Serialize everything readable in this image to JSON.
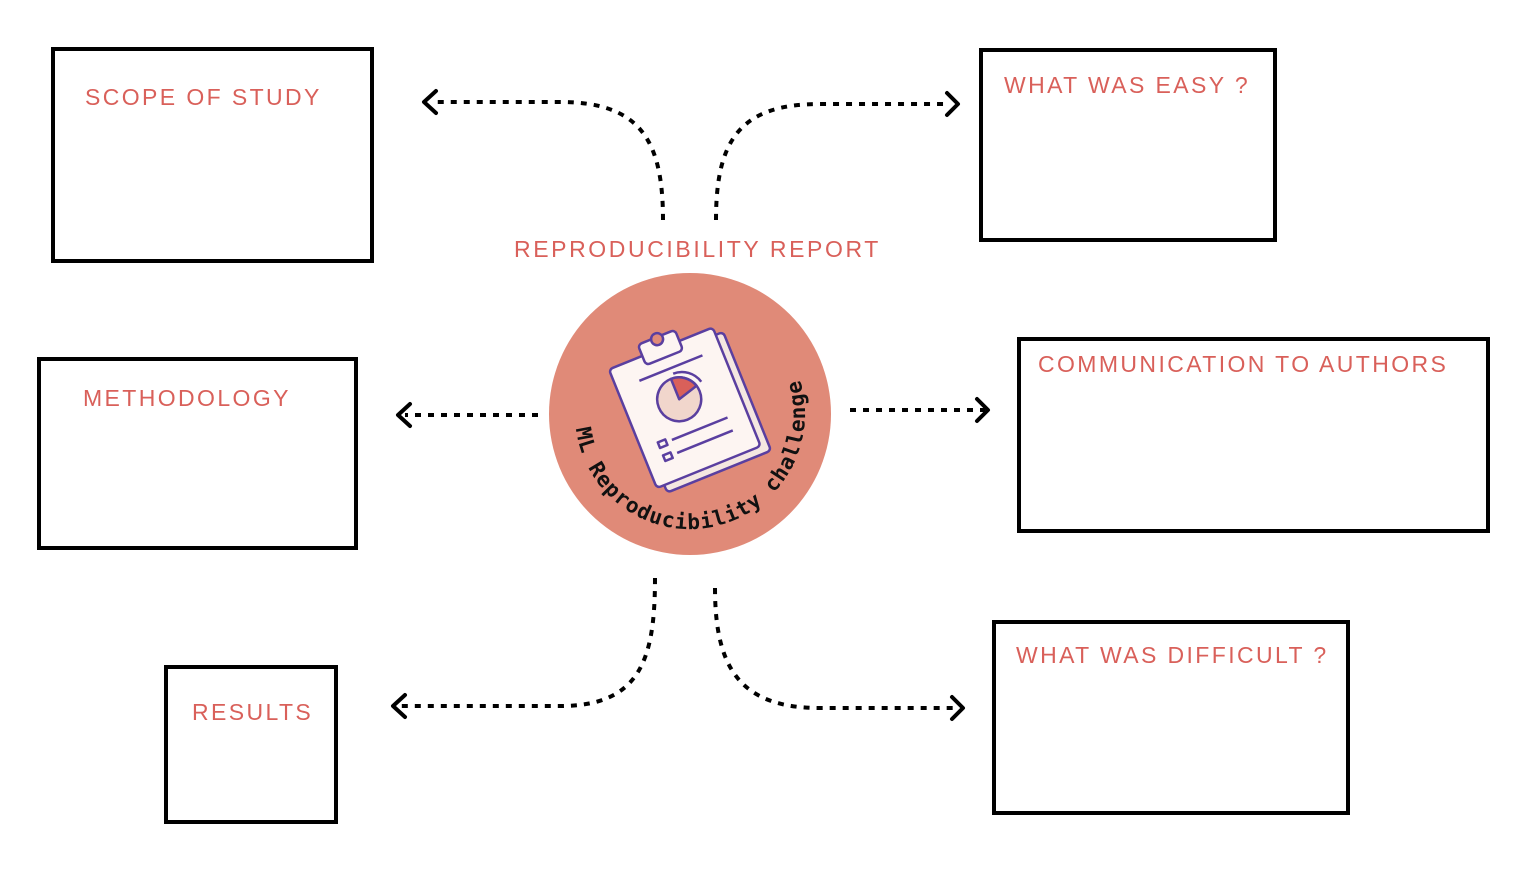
{
  "center": {
    "title": "REPRODUCIBILITY REPORT",
    "badge_text": "ML Reproducibility challenge",
    "badge_icon": "clipboard-pie-chart-icon",
    "badge_color": "#e08a78"
  },
  "sections": {
    "scope": "SCOPE OF STUDY",
    "easy": "WHAT WAS EASY ?",
    "methodology": "METHODOLOGY",
    "communication": "COMMUNICATION TO AUTHORS",
    "results": "RESULTS",
    "difficult": "WHAT WAS DIFFICULT ?"
  },
  "colors": {
    "accent": "#d9605a",
    "border": "#000000",
    "icon_outline": "#5a3fa0"
  }
}
